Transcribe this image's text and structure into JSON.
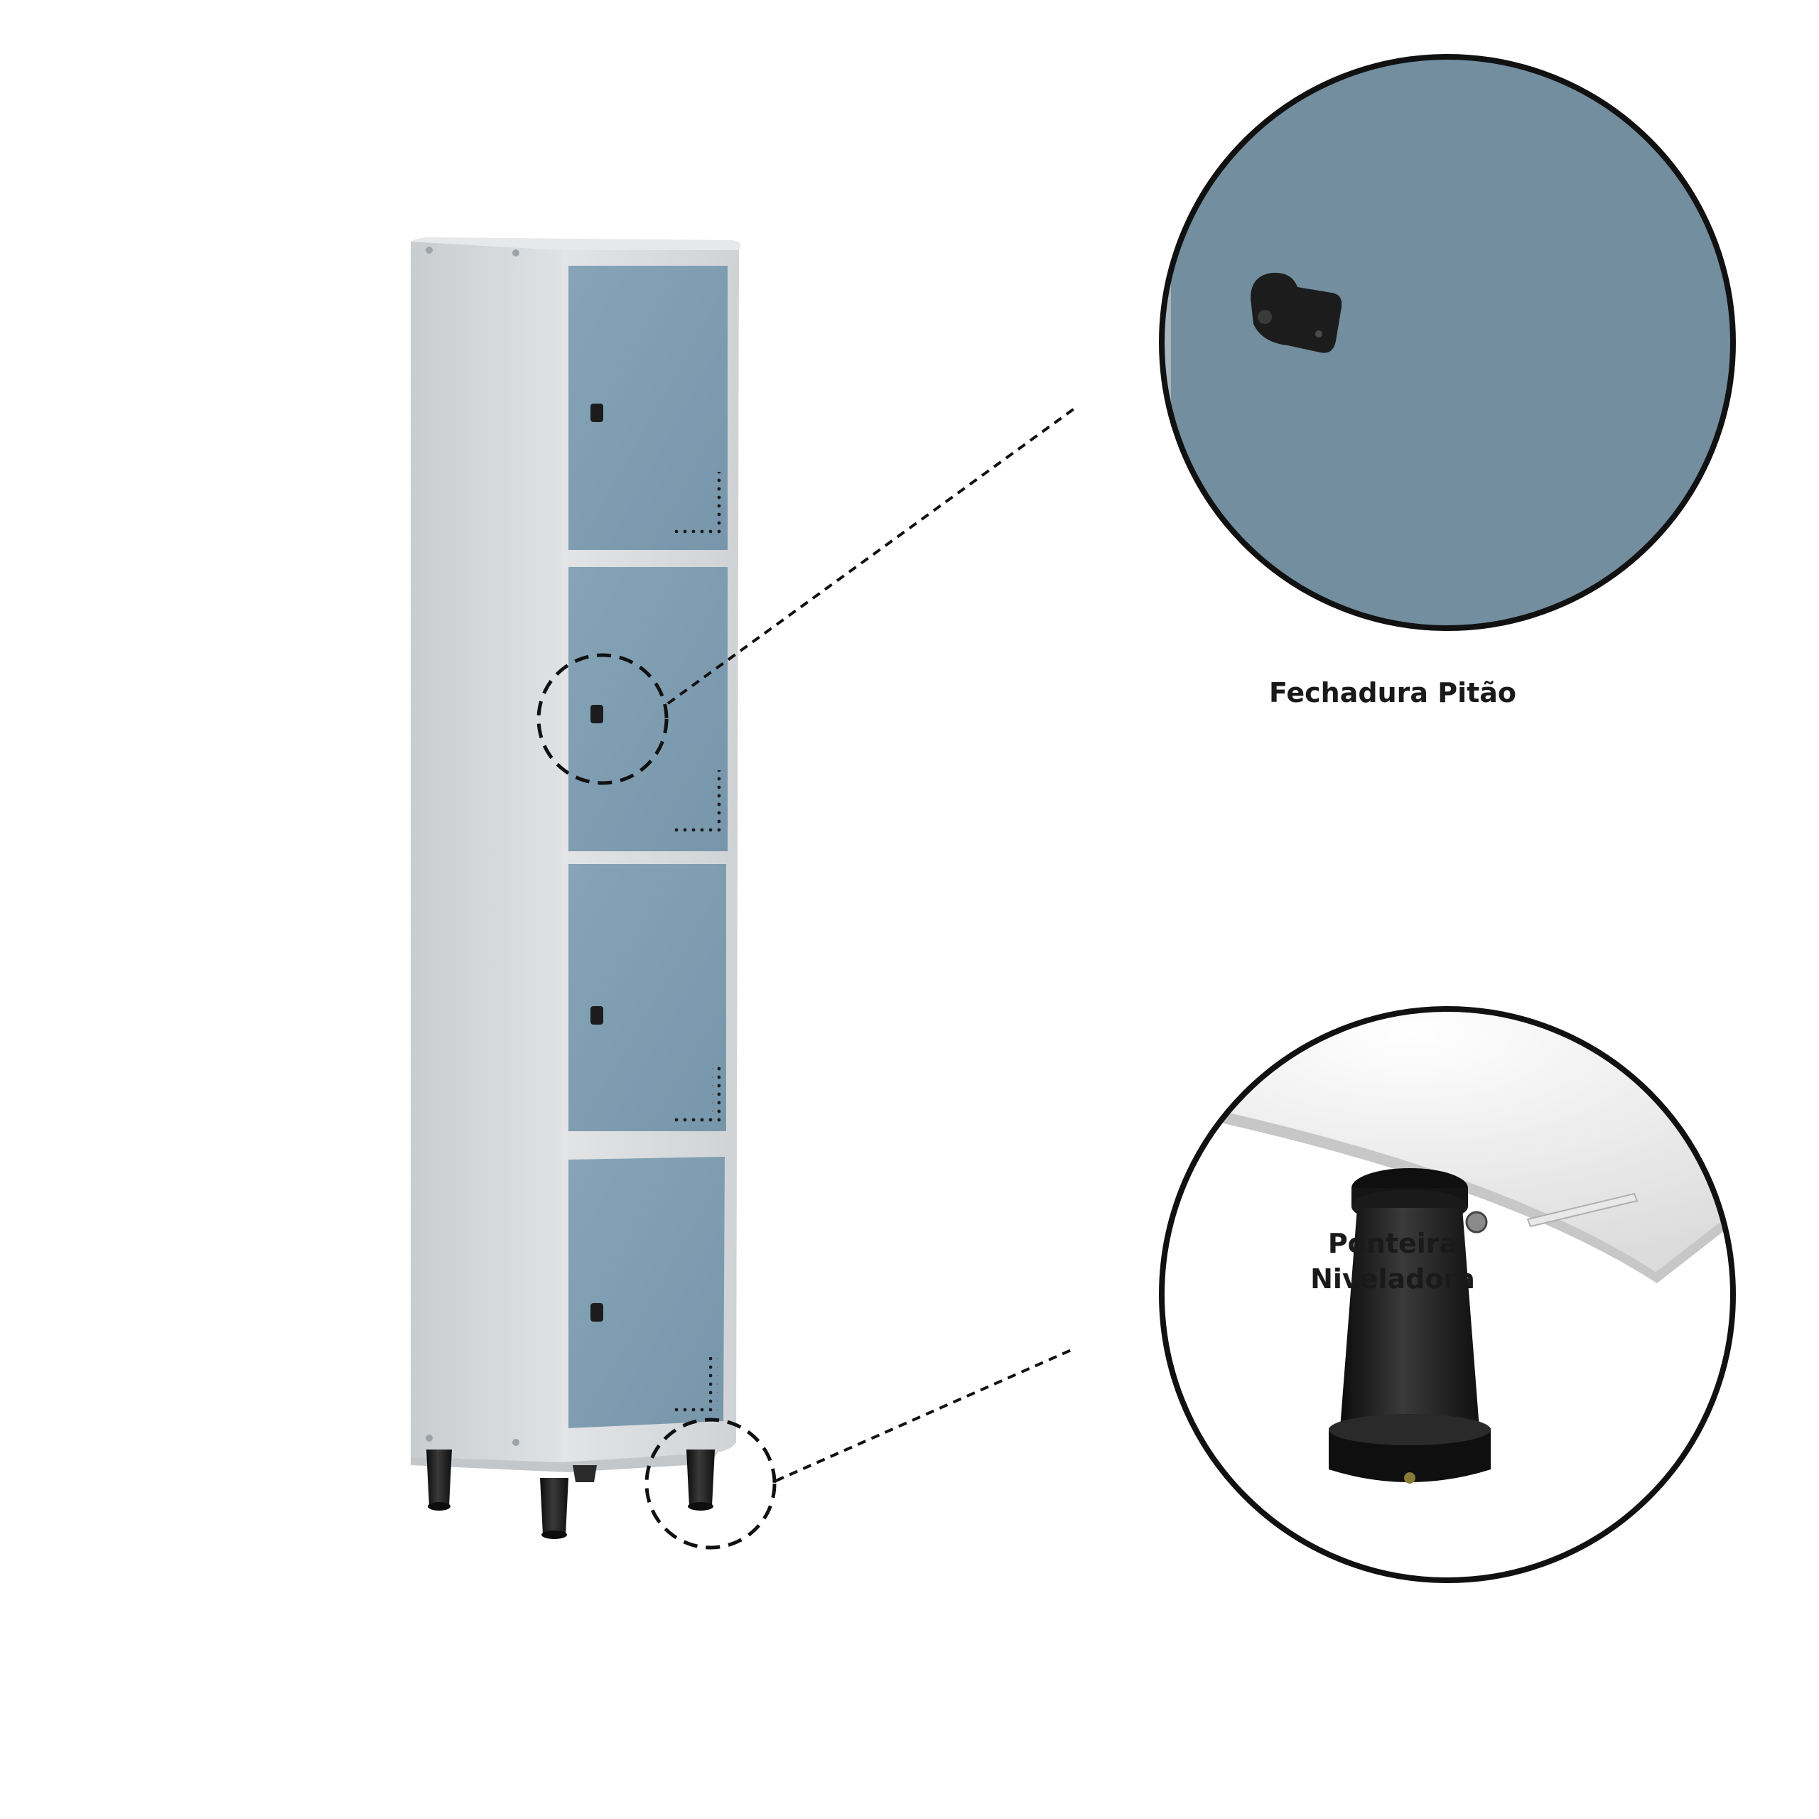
{
  "labels": {
    "lock": "Fechadura Pitão",
    "foot_line1": "Ponteira",
    "foot_line2": "Niveladora"
  },
  "colors": {
    "background": "#ffffff",
    "cabinet_body": "#d3d6d8",
    "door": "#7f9fb3",
    "door_zoom": "#728e9f",
    "hardware": "#1c1c1c",
    "outline": "#111111"
  },
  "product": {
    "compartments": 4,
    "legs": 4
  },
  "icons": {
    "lock": "cam-lock-icon",
    "foot": "leveling-foot-icon"
  }
}
